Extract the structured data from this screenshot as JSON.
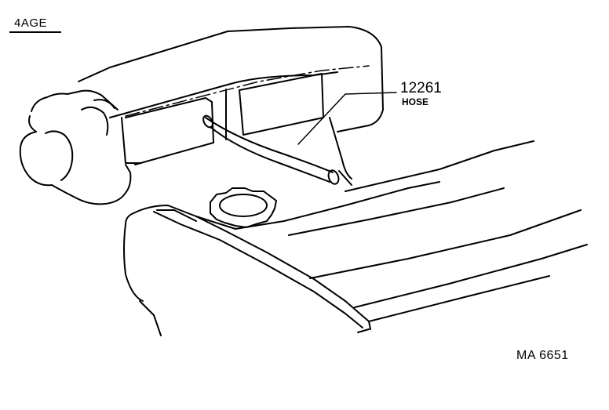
{
  "engine_code": "4AGE",
  "callout": {
    "part_number": "12261",
    "part_name": "HOSE"
  },
  "figure_id": "MA  6651"
}
